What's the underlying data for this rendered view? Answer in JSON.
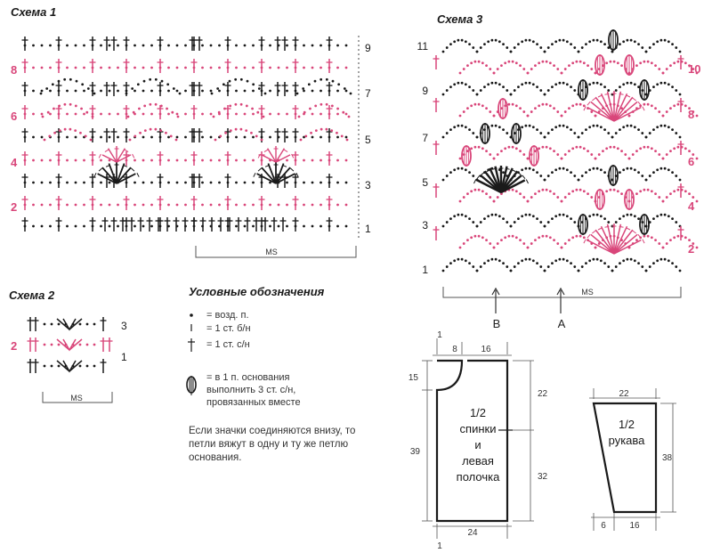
{
  "colors": {
    "black": "#1a1a1a",
    "pink": "#d9467a",
    "grey": "#555555"
  },
  "titles": {
    "scheme1": "Схема 1",
    "scheme2": "Схема 2",
    "scheme3": "Схема 3"
  },
  "rapport_label": "MS",
  "scheme1_rows": {
    "left": [
      "8",
      "6",
      "4",
      "2"
    ],
    "right": [
      "9",
      "7",
      "5",
      "3",
      "1"
    ]
  },
  "scheme2_rows": {
    "left": [
      "2"
    ],
    "right": [
      "3",
      "1"
    ]
  },
  "scheme3_rows": {
    "left": [
      "11",
      "9",
      "7",
      "5",
      "3",
      "1"
    ],
    "right": [
      "10",
      "8",
      "6",
      "4",
      "2"
    ],
    "markers": [
      "B",
      "A"
    ]
  },
  "legend": {
    "title": "Условные обозначения",
    "items": [
      {
        "icon": "chain-dot-icon",
        "text": "= возд. п."
      },
      {
        "icon": "single-crochet-icon",
        "text": "= 1 ст. б/н"
      },
      {
        "icon": "double-crochet-icon",
        "text": "= 1 ст. с/н"
      },
      {
        "icon": "cluster-icon",
        "lines": [
          "= в 1 п. основания",
          "выполнить 3 ст. с/н,",
          "провязанных вместе"
        ]
      }
    ],
    "note": "Если значки соединяются внизу, то петли вяжут в одну и ту же петлю основания."
  },
  "pattern_body": {
    "labels": [
      "1/2",
      "спинки",
      "и",
      "левая",
      "полочка"
    ],
    "dims": {
      "top_left": "1",
      "neck": "8",
      "shoulder": "16",
      "neck_depth": "15",
      "side_upper": "22",
      "total_height": "39",
      "side_lower": "32",
      "width": "24",
      "bottom_left": "1"
    }
  },
  "pattern_sleeve": {
    "labels": [
      "1/2",
      "рукава"
    ],
    "dims": {
      "top": "22",
      "height": "38",
      "bottom_left": "6",
      "bottom": "16"
    }
  }
}
